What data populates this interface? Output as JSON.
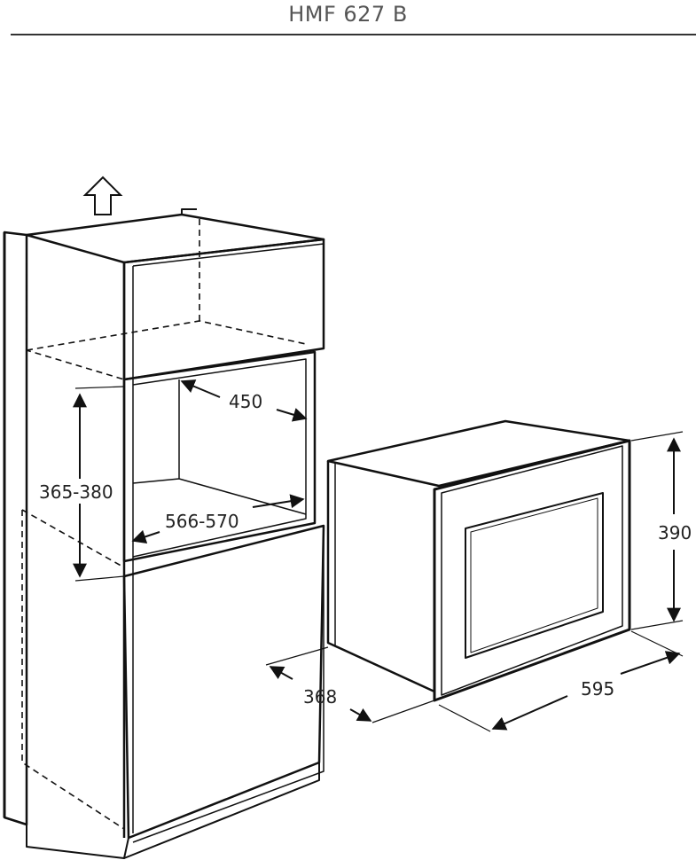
{
  "header": {
    "title": "HMF 627 B"
  },
  "dimensions": {
    "niche_depth": "450",
    "niche_height": "365-380",
    "niche_width": "566-570",
    "unit_height": "390",
    "unit_depth": "368",
    "unit_width": "595"
  },
  "icons": {
    "airflow": "up-arrow-icon"
  },
  "colors": {
    "line": "#111111",
    "title": "#555555",
    "rule": "#333333"
  }
}
